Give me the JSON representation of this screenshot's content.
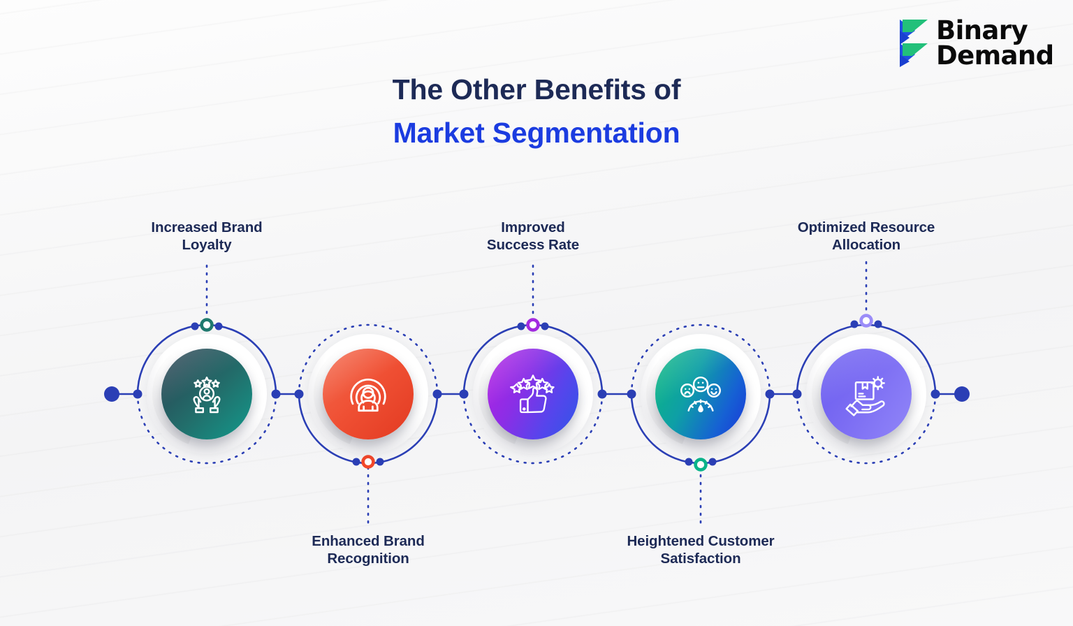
{
  "brand": {
    "name_line1": "Binary",
    "name_line2": "Demand",
    "logo_icon": "binary-demand-chevron-logo",
    "colors": {
      "blue": "#1f4fe0",
      "green": "#22c07a",
      "text": "#0a0a0a"
    }
  },
  "title": {
    "line1": "The Other Benefits of",
    "line2": "Market Segmentation",
    "line1_color": "#1d2a56",
    "line2_color": "#1b3ce0"
  },
  "theme": {
    "background": "#f7f7f8",
    "wire_color": "#2b3fb5",
    "label_color": "#1d2a56"
  },
  "diagram": {
    "type": "horizontal-process-chain",
    "node_count": 5,
    "nodes": [
      {
        "id": "increased-brand-loyalty",
        "label": "Increased Brand\nLoyalty",
        "label_line1": "Increased Brand",
        "label_line2": "Loyalty",
        "label_position": "top",
        "icon": "hands-holding-person-with-stars-icon",
        "accent": "#1f7a6e",
        "gradient_from": "#2c3e50",
        "gradient_to": "#149e8e",
        "solid_arc": "top",
        "dotted_arc": "bottom"
      },
      {
        "id": "enhanced-brand-recognition",
        "label": "Enhanced Brand\nRecognition",
        "label_line1": "Enhanced Brand",
        "label_line2": "Recognition",
        "label_position": "bottom",
        "icon": "person-broadcast-rings-icon",
        "accent": "#f2472a",
        "gradient_from": "#f4674c",
        "gradient_to": "#e43b22",
        "solid_arc": "bottom",
        "dotted_arc": "top"
      },
      {
        "id": "improved-success-rate",
        "label": "Improved\nSuccess Rate",
        "label_line1": "Improved",
        "label_line2": "Success Rate",
        "label_position": "top",
        "icon": "thumbs-up-five-stars-icon",
        "accent": "#a32ae0",
        "gradient_from": "#b321e0",
        "gradient_to": "#2f56e8",
        "solid_arc": "top",
        "dotted_arc": "bottom"
      },
      {
        "id": "heightened-customer-satisfaction",
        "label": "Heightened Customer\nSatisfaction",
        "label_line1": "Heightened Customer",
        "label_line2": "Satisfaction",
        "label_position": "bottom",
        "icon": "three-faces-satisfaction-gauge-icon",
        "accent": "#0ab48a",
        "gradient_from": "#0cba7e",
        "gradient_to": "#1a3fd4",
        "solid_arc": "bottom",
        "dotted_arc": "top"
      },
      {
        "id": "optimized-resource-allocation",
        "label": "Optimized Resource\nAllocation",
        "label_line1": "Optimized Resource",
        "label_line2": "Allocation",
        "label_position": "top",
        "icon": "hand-holding-box-with-gear-icon",
        "accent": "#8b7cf5",
        "gradient_from": "#6a5cf0",
        "gradient_to": "#8f80f7",
        "solid_arc": "top",
        "dotted_arc": "bottom"
      }
    ]
  }
}
